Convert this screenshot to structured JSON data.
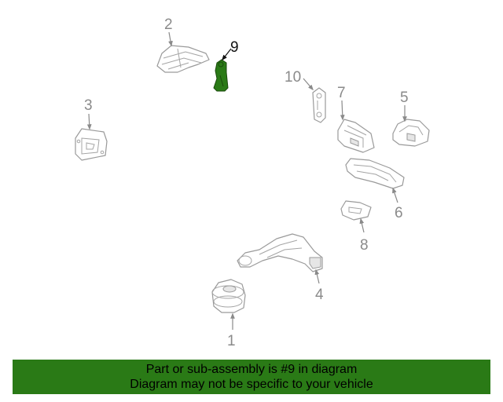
{
  "callouts": {
    "c1": "1",
    "c2": "2",
    "c3": "3",
    "c4": "4",
    "c5": "5",
    "c6": "6",
    "c7": "7",
    "c8": "8",
    "c9": "9",
    "c10": "10"
  },
  "highlight": {
    "part": "9",
    "color": "#2a7a16"
  },
  "banner": {
    "line1": "Part or sub-assembly is #9 in diagram",
    "line2": "Diagram may not be specific to your vehicle"
  },
  "colors": {
    "line_art": "#9a9a9a",
    "banner_bg": "#2a7a16"
  }
}
